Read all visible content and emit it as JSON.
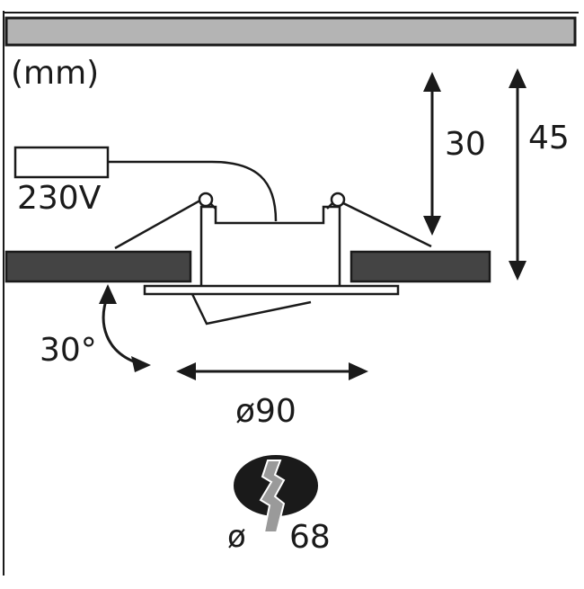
{
  "diagram": {
    "unit_label": "(mm)",
    "voltage_label": "230V",
    "inner_height_label": "30",
    "total_height_label": "45",
    "tilt_angle_label": "30°",
    "outer_diameter_label": "ø90",
    "cutout_diameter_symbol": "ø",
    "cutout_diameter_value": "68"
  },
  "colors": {
    "line": "#1a1a1a",
    "ceiling_fill": "#b4b4b4",
    "panel_fill": "#444444",
    "background": "#ffffff"
  },
  "icons": {
    "power_box": "rectangle",
    "cutout_symbol": "circle-with-drill-bit"
  }
}
